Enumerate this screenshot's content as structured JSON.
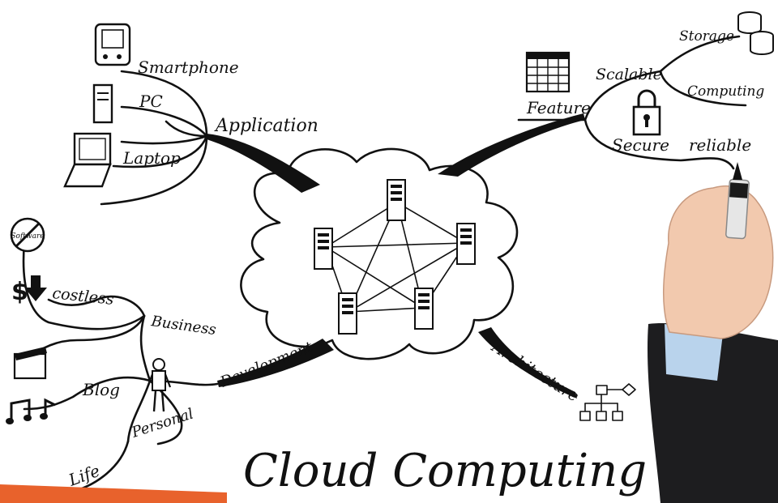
{
  "title": "Cloud Computing",
  "branches": {
    "application": {
      "label": "Application",
      "items": [
        "Smartphone",
        "PC",
        "Laptop"
      ]
    },
    "feature": {
      "label": "Feature",
      "items": [
        "Scalable",
        "Storage",
        "Computing",
        "Secure",
        "reliable"
      ]
    },
    "development": {
      "label": "Development",
      "business": {
        "label": "Business",
        "items": [
          "Software",
          "costless"
        ]
      },
      "personal": {
        "label": "Personal",
        "items": [
          "Blog",
          "Life"
        ]
      }
    },
    "architecture": {
      "label": "Architecture"
    }
  },
  "icons": {
    "software": "Software",
    "costless_symbol": "$"
  },
  "colors": {
    "ink": "#111111",
    "accent_bar": "#e8622c",
    "sleeve": "#1d1d1f",
    "shirt_cuff": "#b9d3ec",
    "skin": "#f2c9ae"
  }
}
